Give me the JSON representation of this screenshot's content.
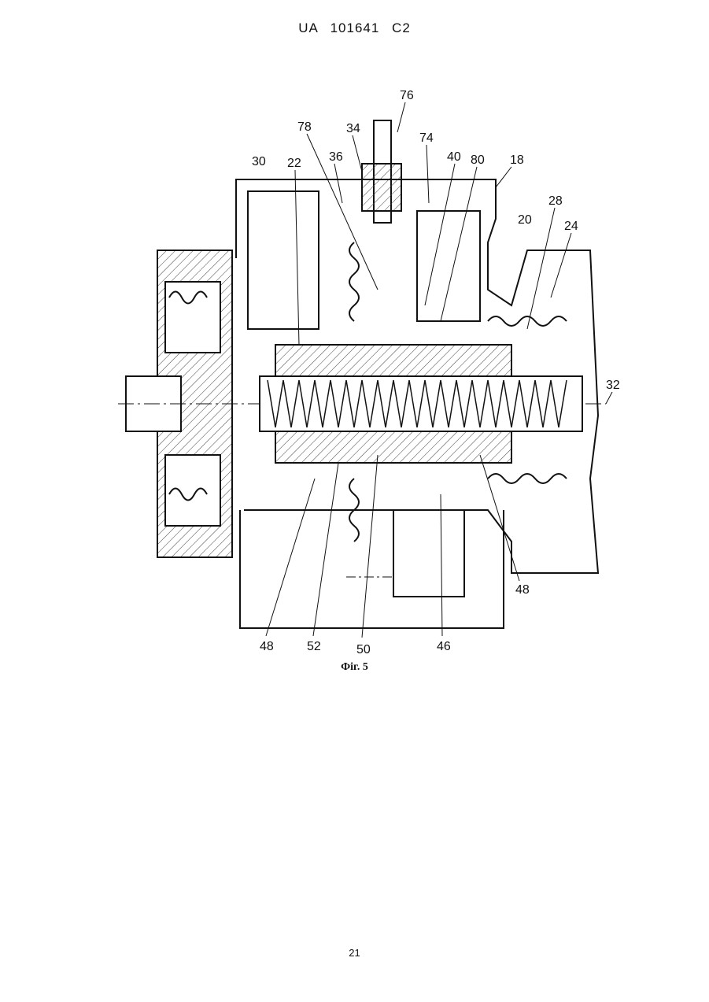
{
  "header": {
    "patent_number": "UA   101641   C2"
  },
  "figure": {
    "caption": "Фіг. 5",
    "labels": {
      "l76": "76",
      "l78": "78",
      "l34": "34",
      "l74": "74",
      "l40": "40",
      "l80": "80",
      "l30": "30",
      "l22": "22",
      "l36": "36",
      "l18": "18",
      "l28": "28",
      "l20": "20",
      "l24": "24",
      "l32": "32",
      "l48a": "48",
      "l48b": "48",
      "l52": "52",
      "l50": "50",
      "l46": "46"
    }
  },
  "footer": {
    "page_number": "21"
  }
}
